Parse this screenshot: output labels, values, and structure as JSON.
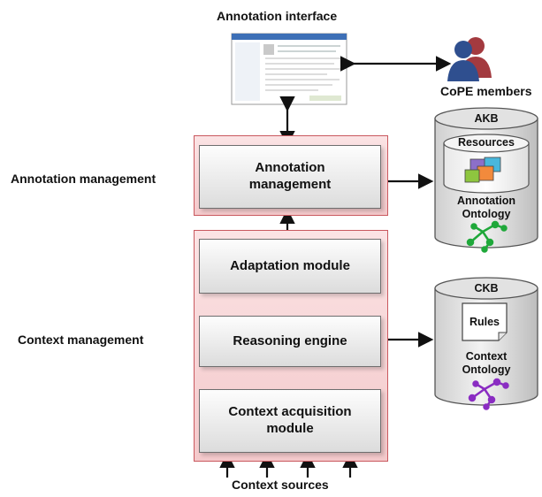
{
  "labels": {
    "annotation_interface": "Annotation interface",
    "cope_members": "CoPE members",
    "annotation_management_side": "Annotation management",
    "context_management_side": "Context management",
    "context_sources": "Context sources"
  },
  "boxes": {
    "annotation_management": "Annotation\nmanagement",
    "adaptation_module": "Adaptation module",
    "reasoning_engine": "Reasoning engine",
    "context_acquisition": "Context acquisition\nmodule"
  },
  "akb": {
    "title": "AKB",
    "resources": "Resources",
    "ontology": "Annotation\nOntology"
  },
  "ckb": {
    "title": "CKB",
    "rules": "Rules",
    "ontology": "Context\nOntology"
  },
  "colors": {
    "group_border": "#c9585e",
    "group_fill": "#f4c9cb",
    "box_border": "#6e6e6e",
    "annotation_ontology_graph": "#1fa83a",
    "context_ontology_graph": "#8a2cc2"
  }
}
